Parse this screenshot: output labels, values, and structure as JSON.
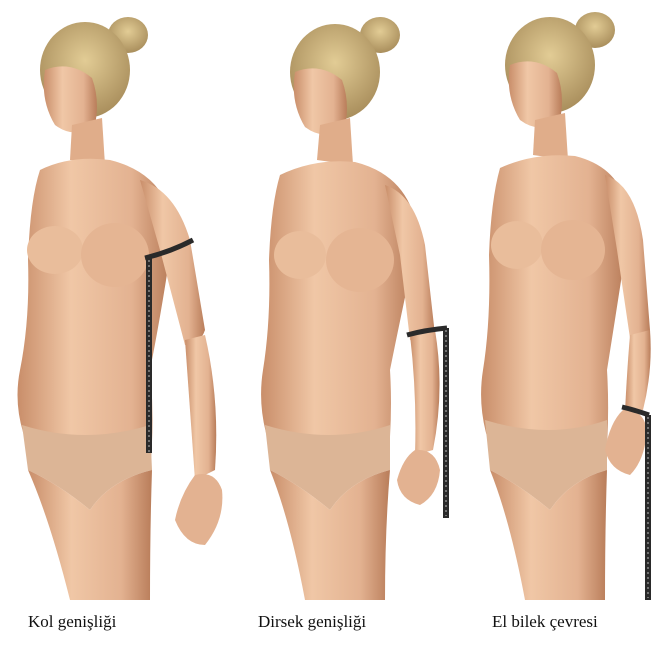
{
  "figures": [
    {
      "id": "arm-width",
      "caption": "Kol genişliği"
    },
    {
      "id": "elbow-width",
      "caption": "Dirsek genişliği"
    },
    {
      "id": "wrist-circumference",
      "caption": "El bilek çevresi"
    }
  ],
  "colors": {
    "skin": "#e8bd9c",
    "skin_shadow": "#c98e6a",
    "hair": "#c9b27c",
    "tape": "#2a2a2a",
    "brief": "#dcb596"
  }
}
